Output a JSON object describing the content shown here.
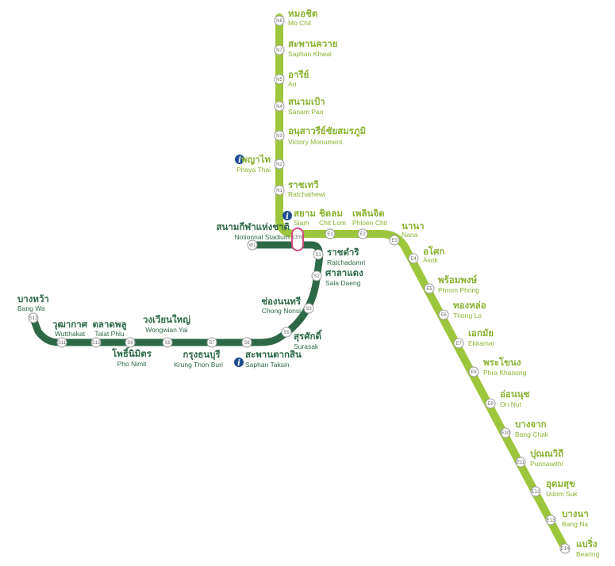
{
  "colors": {
    "sukhumvit_line": "#9ec63c",
    "silom_line": "#2e6947",
    "sukhumvit_text": "#89b22f",
    "silom_text": "#2e6947",
    "interchange": "#d0497d",
    "info_icon": "#1f4c91",
    "station_fill": "#ffffff",
    "station_stroke": "#9a9a9a"
  },
  "sukhumvit_line": {
    "stations": [
      {
        "code": "N8",
        "th": "หมอชิต",
        "en": "Mo Chit",
        "icon": ""
      },
      {
        "code": "N7",
        "th": "สะพานควาย",
        "en": "Saphan Khwai",
        "icon": ""
      },
      {
        "code": "N5",
        "th": "อารีย์",
        "en": "Ari",
        "icon": ""
      },
      {
        "code": "N4",
        "th": "สนามเป้า",
        "en": "Sanam Pao",
        "icon": ""
      },
      {
        "code": "N3",
        "th": "อนุสาวรีย์ชัยสมรภูมิ",
        "en": "Victory Monument",
        "icon": ""
      },
      {
        "code": "N2",
        "th": "พญาไท",
        "en": "Phaya Thai",
        "icon": "info-icon"
      },
      {
        "code": "N1",
        "th": "ราชเทวี",
        "en": "Ratchathewi",
        "icon": ""
      },
      {
        "code": "CEN",
        "th": "สยาม",
        "en": "Siam",
        "icon": "info-icon"
      },
      {
        "code": "E1",
        "th": "ชิดลม",
        "en": "Chit Lom",
        "icon": ""
      },
      {
        "code": "E2",
        "th": "เพลินจิต",
        "en": "Phloen Chit",
        "icon": ""
      },
      {
        "code": "E3",
        "th": "นานา",
        "en": "Nana",
        "icon": ""
      },
      {
        "code": "E4",
        "th": "อโศก",
        "en": "Asok",
        "icon": ""
      },
      {
        "code": "E5",
        "th": "พร้อมพงษ์",
        "en": "Phrom Phong",
        "icon": ""
      },
      {
        "code": "E6",
        "th": "ทองหล่อ",
        "en": "Thong Lo",
        "icon": ""
      },
      {
        "code": "E7",
        "th": "เอกมัย",
        "en": "Ekkamai",
        "icon": ""
      },
      {
        "code": "E8",
        "th": "พระโขนง",
        "en": "Phra Khanong",
        "icon": ""
      },
      {
        "code": "E9",
        "th": "อ่อนนุช",
        "en": "On Nut",
        "icon": ""
      },
      {
        "code": "E10",
        "th": "บางจาก",
        "en": "Bang Chak",
        "icon": ""
      },
      {
        "code": "E11",
        "th": "ปุณณวิถี",
        "en": "Punnawithi",
        "icon": ""
      },
      {
        "code": "E12",
        "th": "อุดมสุข",
        "en": "Udom Suk",
        "icon": ""
      },
      {
        "code": "E13",
        "th": "บางนา",
        "en": "Bang Na",
        "icon": ""
      },
      {
        "code": "E14",
        "th": "แบริ่ง",
        "en": "Bearing",
        "icon": ""
      }
    ]
  },
  "silom_line": {
    "stations": [
      {
        "code": "W1",
        "th": "สนามกีฬาแห่งชาติ",
        "en": "Notionnal Stadium",
        "icon": ""
      },
      {
        "code": "S1",
        "th": "ราชดำริ",
        "en": "Ratchadamri",
        "icon": ""
      },
      {
        "code": "S2",
        "th": "ศาลาแดง",
        "en": "Sala Daeng",
        "icon": ""
      },
      {
        "code": "S3",
        "th": "ช่องนนทรี",
        "en": "Chong Nonsi",
        "icon": ""
      },
      {
        "code": "S5",
        "th": "สุรศักดิ์",
        "en": "Surasak",
        "icon": ""
      },
      {
        "code": "S6",
        "th": "สะพานตากสิน",
        "en": "Saphan Taksin",
        "icon": "info-icon"
      },
      {
        "code": "S7",
        "th": "กรุงธนบุรี",
        "en": "Krung Thon Buri",
        "icon": ""
      },
      {
        "code": "S8",
        "th": "วงเวียนใหญ่",
        "en": "Wongwian Yai",
        "icon": ""
      },
      {
        "code": "S9",
        "th": "โพธิ์นิมิตร",
        "en": "Pho Nimit",
        "icon": ""
      },
      {
        "code": "S10",
        "th": "ตลาดพลู",
        "en": "Talat Phlu",
        "icon": ""
      },
      {
        "code": "S11",
        "th": "วุฒากาศ",
        "en": "Wutthakat",
        "icon": ""
      },
      {
        "code": "S12",
        "th": "บางหว้า",
        "en": "Bang Wa",
        "icon": ""
      }
    ]
  }
}
